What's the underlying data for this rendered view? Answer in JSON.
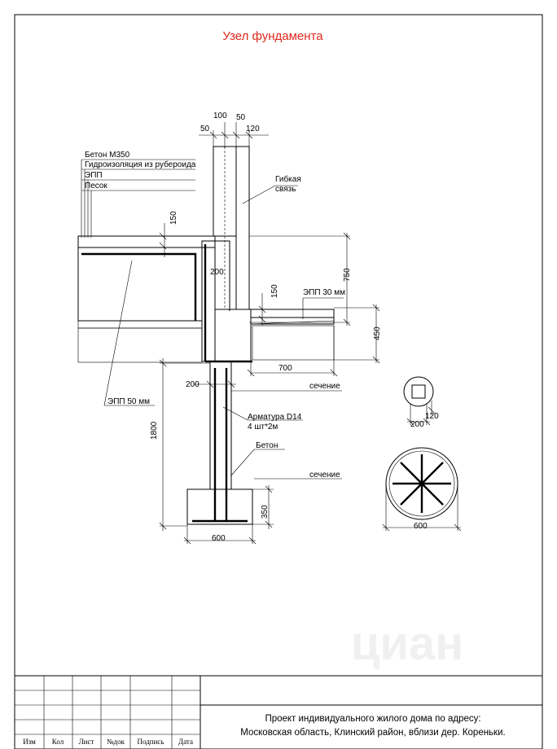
{
  "drawing": {
    "title": "Узел фундамента",
    "layers_legend": [
      "Бетон М350",
      "Гидроизоляция из рубероида",
      "ЭПП",
      "Песок"
    ],
    "labels": {
      "flexible_tie": [
        "Гибкая",
        "связь"
      ],
      "epp_30": "ЭПП 30 мм",
      "epp_50": "ЭПП 50 мм",
      "rebar": [
        "Арматура D14",
        "4 шт*2м"
      ],
      "concrete": "Бетон",
      "section_1": "сечение",
      "section_2": "сечение"
    },
    "dimensions": {
      "top_100": "100",
      "top_50_left": "50",
      "top_50_right": "50",
      "top_120": "120",
      "slab_150": "150",
      "wall_200": "200",
      "height_750": "750",
      "blind_150": "150",
      "depth_450": "450",
      "blind_700": "700",
      "pile_200": "200",
      "height_1800": "1800",
      "footing_350": "350",
      "footing_600": "600",
      "sec1_120": "120",
      "sec1_200": "200",
      "sec2_600": "600"
    }
  },
  "title_block": {
    "headers": [
      "Изм",
      "Кол",
      "Лист",
      "№док",
      "Подпись",
      "Дата"
    ],
    "project_line1": "Проект индивидуального жилого дома по адресу:",
    "project_line2": "Московская область, Клинский район, вблизи дер. Кореньки."
  },
  "watermark": "циан"
}
